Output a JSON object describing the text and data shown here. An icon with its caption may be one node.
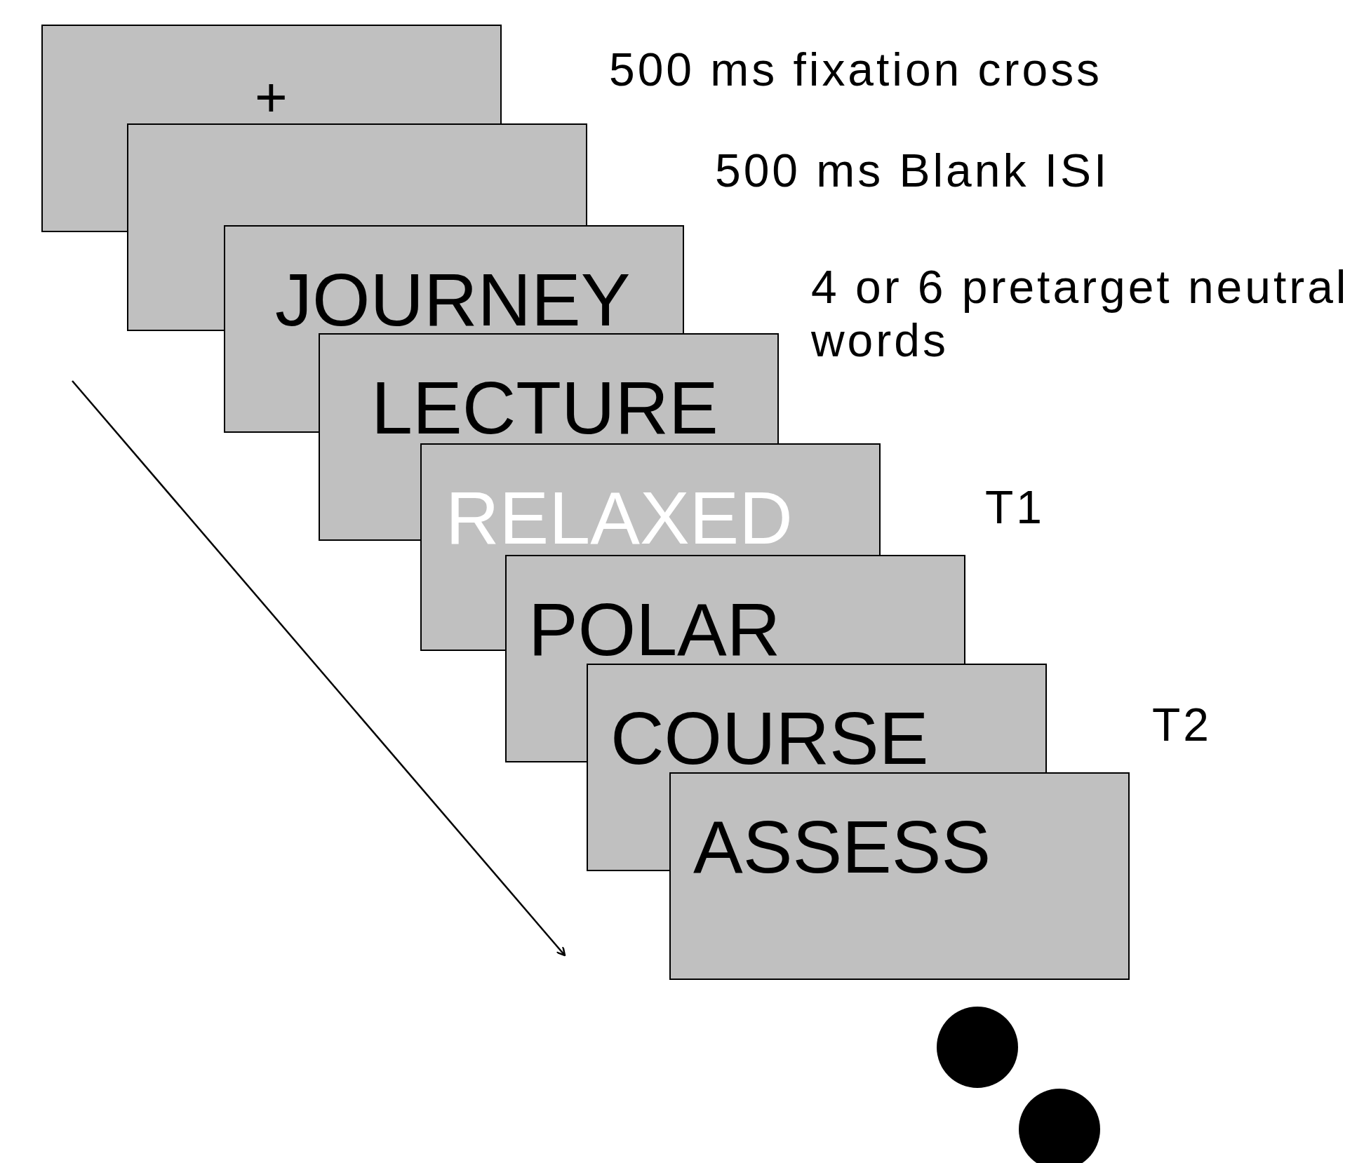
{
  "diagram": {
    "nodes": [
      {
        "text": [
          "+"
        ]
      },
      {
        "text": [],
        "shape": "box"
      },
      {
        "text": [
          "JOURNEY"
        ]
      },
      {
        "text": [
          "LECTURE"
        ]
      },
      {
        "text": [
          "RELAXED"
        ]
      },
      {
        "text": [
          "POLAR"
        ]
      },
      {
        "text": [
          "COURSE"
        ]
      },
      {
        "text": [
          "ASSESS"
        ]
      },
      {
        "text": [],
        "shape": "circle"
      },
      {
        "text": [],
        "shape": "circle"
      }
    ],
    "labels": [
      "500 ms fixation cross",
      "500 ms Blank ISI",
      "4 or 6 pretarget neutral words",
      "T1",
      "T2"
    ]
  }
}
